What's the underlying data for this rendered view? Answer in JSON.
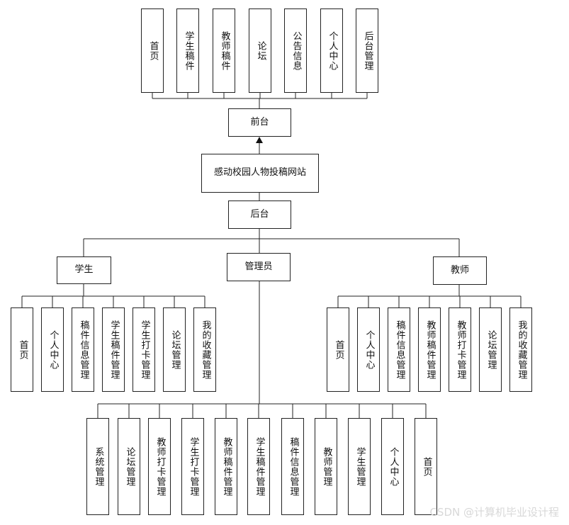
{
  "diagram": {
    "root": "感动校园人物投稿网站",
    "frontend": {
      "label": "前台",
      "items": [
        "首页",
        "学生稿件",
        "教师稿件",
        "论坛",
        "公告信息",
        "个人中心",
        "后台管理"
      ]
    },
    "backend": {
      "label": "后台",
      "student": {
        "label": "学生",
        "items": [
          "首页",
          "个人中心",
          "稿件信息管理",
          "学生稿件管理",
          "学生打卡管理",
          "论坛管理",
          "我的收藏管理"
        ]
      },
      "admin": {
        "label": "管理员",
        "items": [
          "系统管理",
          "论坛管理",
          "教师打卡管理",
          "学生打卡管理",
          "教师稿件管理",
          "学生稿件管理",
          "稿件信息管理",
          "教师管理",
          "学生管理",
          "个人中心",
          "首页"
        ]
      },
      "teacher": {
        "label": "教师",
        "items": [
          "首页",
          "个人中心",
          "稿件信息管理",
          "教师稿件管理",
          "教师打卡管理",
          "论坛管理",
          "我的收藏管理"
        ]
      }
    }
  },
  "watermark": "CSDN @计算机毕业设计程"
}
